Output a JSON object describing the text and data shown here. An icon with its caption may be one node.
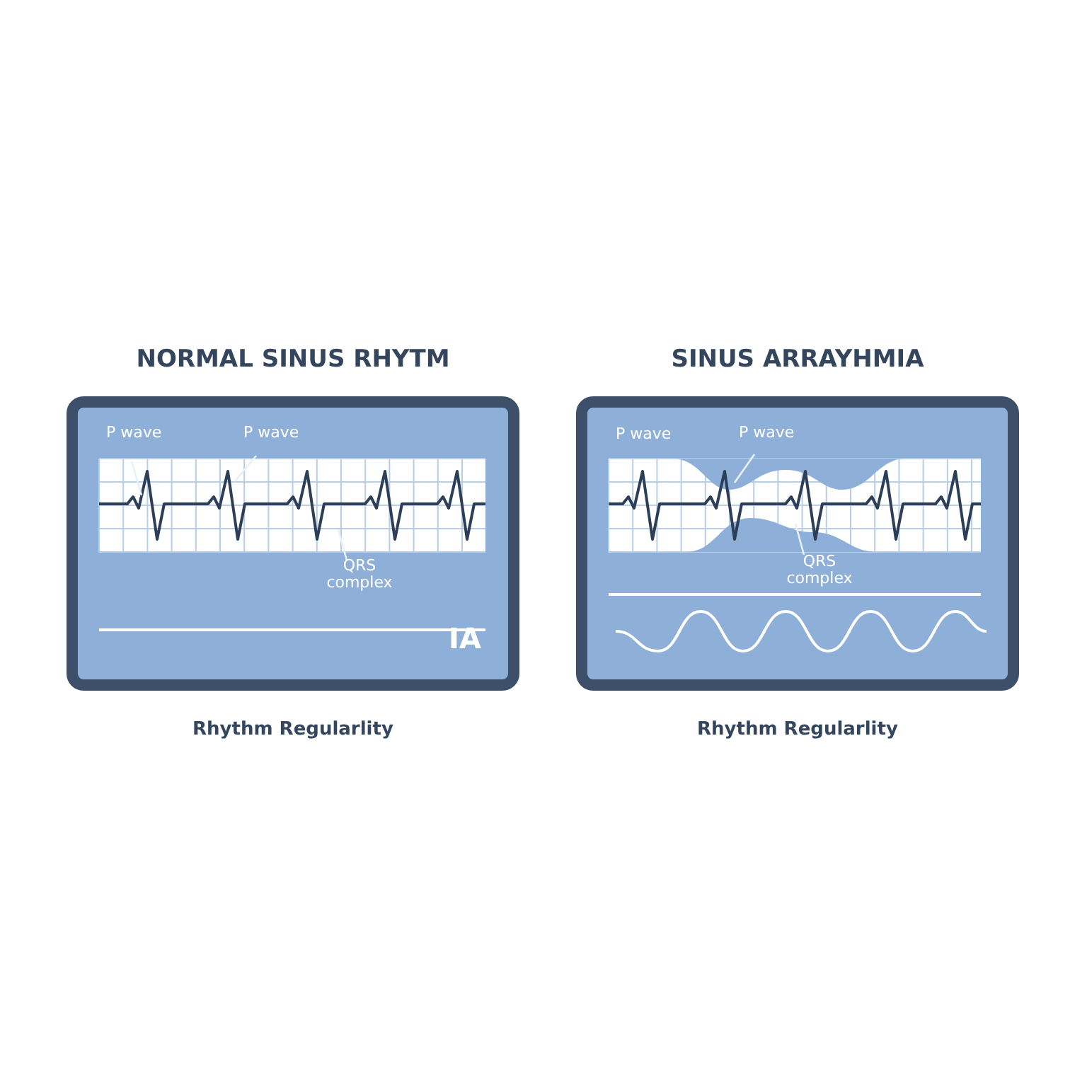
{
  "diagram": {
    "nodes": [
      {
        "text": [
          "NORMAL SINUS RHYTM"
        ],
        "beside": [
          "Rhythm Regularlity"
        ]
      },
      {
        "text": [
          "P wave"
        ],
        "in": 0
      },
      {
        "text": [
          "P wave"
        ],
        "in": 0
      },
      {
        "text": [
          "QRS complex"
        ],
        "in": 0
      },
      {
        "text": [
          "SINUS ARRAYHMIA"
        ],
        "beside": [
          "Rhythm Regularlity"
        ]
      },
      {
        "text": [
          "P wave"
        ],
        "in": 4
      },
      {
        "text": [
          "QRS complex"
        ],
        "in": 4
      }
    ],
    "edges": [
      {
        "from": 1,
        "to": null,
        "arrow": "none"
      },
      {
        "from": 2,
        "to": null,
        "arrow": "none"
      },
      {
        "from": 3,
        "to": null,
        "arrow": "none"
      },
      {
        "from": 5,
        "to": null,
        "arrow": "none"
      },
      {
        "from": 6,
        "to": null,
        "arrow": "none"
      }
    ],
    "labels": [
      "P wave",
      "IA"
    ]
  }
}
